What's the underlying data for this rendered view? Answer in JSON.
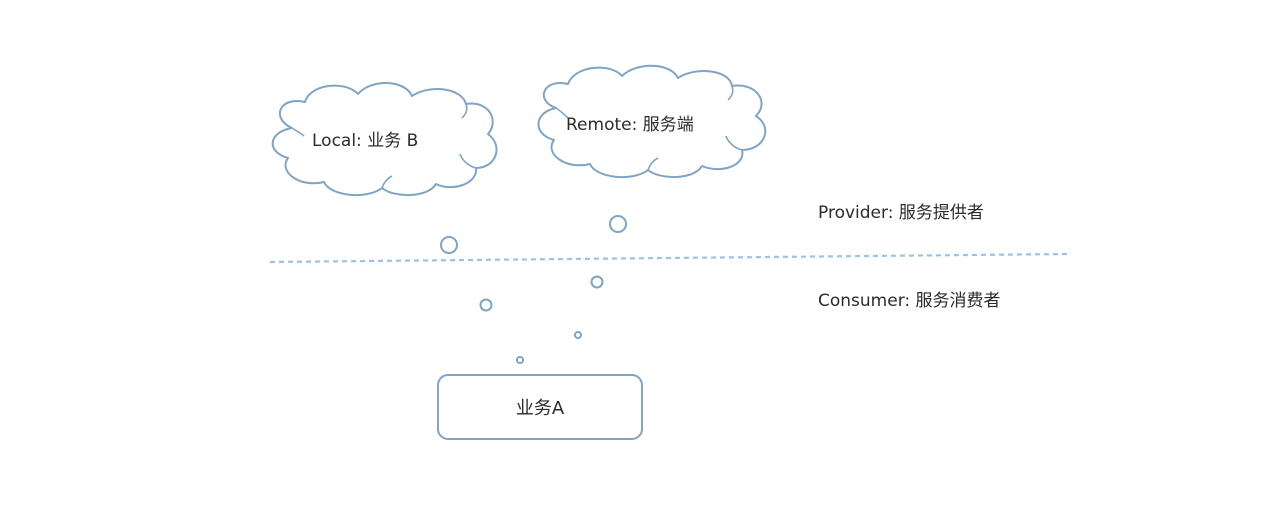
{
  "diagram": {
    "clouds": [
      {
        "id": "local",
        "label": "Local: 业务 B"
      },
      {
        "id": "remote",
        "label": "Remote: 服务端"
      }
    ],
    "zones": {
      "provider": {
        "label": "Provider: 服务提供者"
      },
      "consumer": {
        "label": "Consumer: 服务消费者"
      }
    },
    "box": {
      "label": "业务A"
    },
    "colors": {
      "outline": "#7fa4c6",
      "divider": "#9cc3e6",
      "text": "#2b2b2b",
      "background": "#ffffff"
    }
  }
}
